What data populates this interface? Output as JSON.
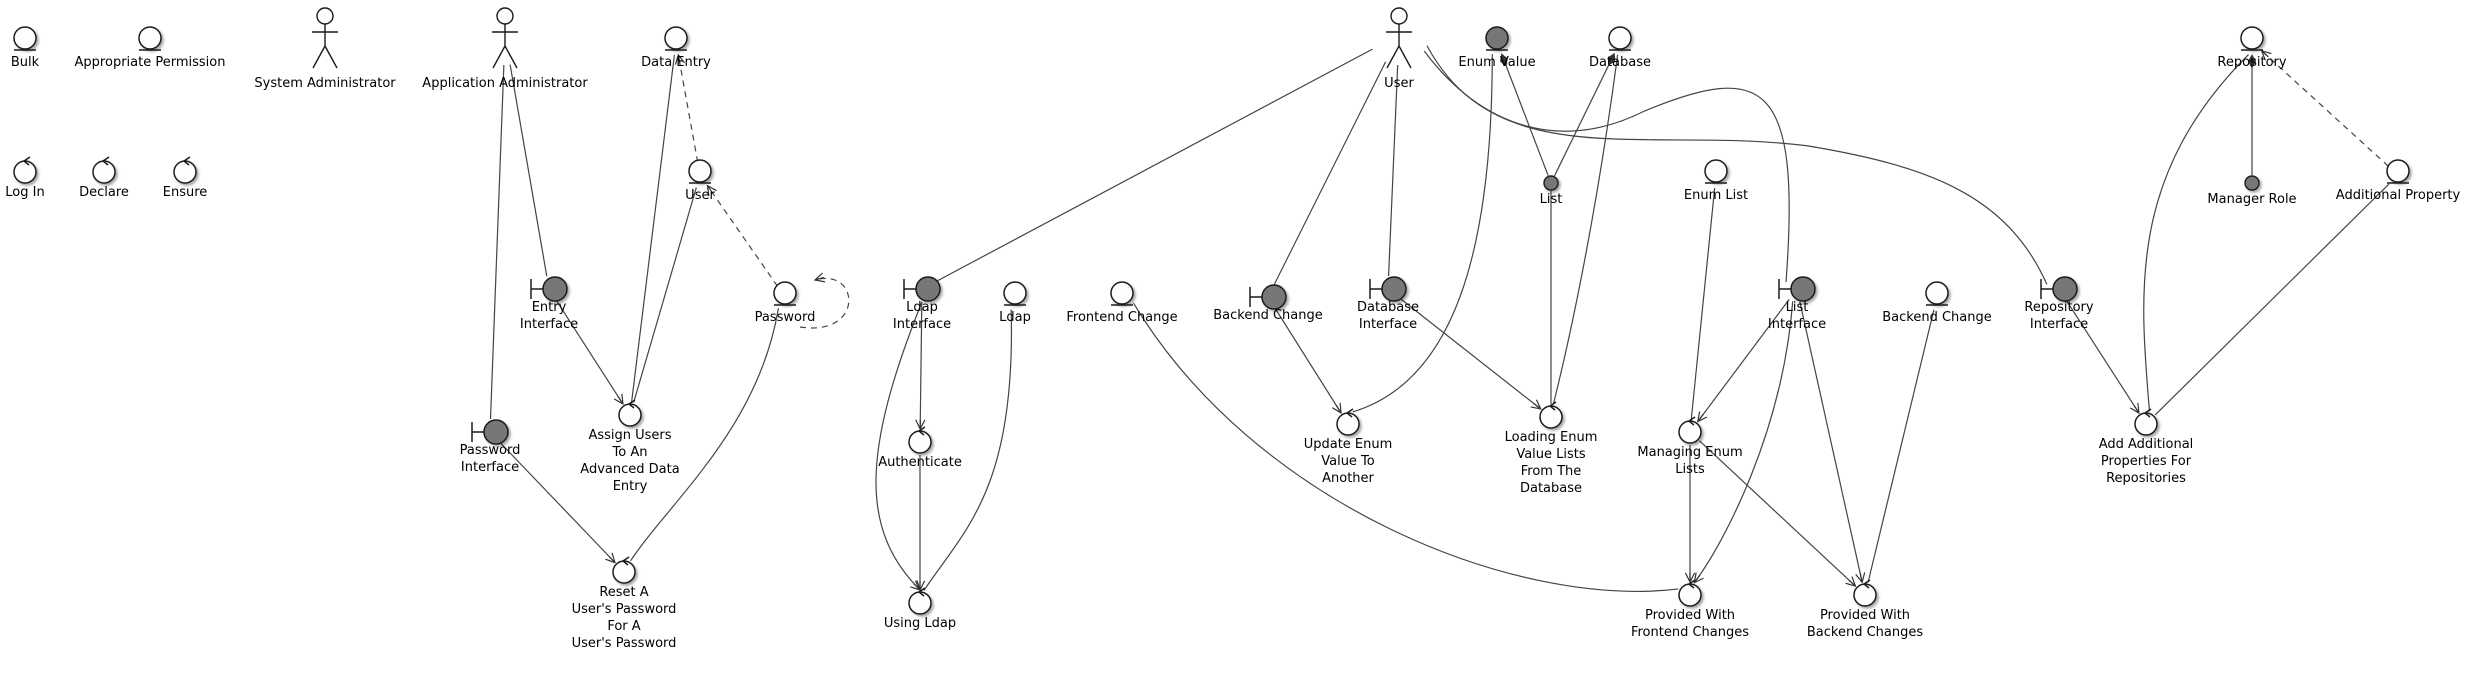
{
  "nodes": {
    "bulk": {
      "kind": "entity",
      "label": "Bulk"
    },
    "appropriate_permission": {
      "kind": "entity",
      "label": "Appropriate Permission"
    },
    "system_administrator": {
      "kind": "actor",
      "label": "System Administrator"
    },
    "application_administrator": {
      "kind": "actor",
      "label": "Application Administrator"
    },
    "data_entry": {
      "kind": "entity",
      "label": "Data Entry"
    },
    "user_actor": {
      "kind": "actor",
      "label": "User"
    },
    "enum_value": {
      "kind": "entity-filled",
      "label": "Enum Value"
    },
    "database": {
      "kind": "entity",
      "label": "Database"
    },
    "repository": {
      "kind": "entity",
      "label": "Repository"
    },
    "log_in": {
      "kind": "control",
      "label": "Log In"
    },
    "declare": {
      "kind": "control",
      "label": "Declare"
    },
    "ensure": {
      "kind": "control",
      "label": "Ensure"
    },
    "user_entity": {
      "kind": "entity",
      "label": "User"
    },
    "list": {
      "kind": "point",
      "label": "List"
    },
    "manager_role": {
      "kind": "point",
      "label": "Manager Role"
    },
    "enum_list": {
      "kind": "entity",
      "label": "Enum List"
    },
    "additional_property": {
      "kind": "entity",
      "label": "Additional Property"
    },
    "entry_interface": {
      "kind": "boundary",
      "label": "Entry\nInterface"
    },
    "password": {
      "kind": "entity",
      "label": "Password"
    },
    "ldap_interface": {
      "kind": "boundary",
      "label": "Ldap\nInterface"
    },
    "ldap": {
      "kind": "entity",
      "label": "Ldap"
    },
    "frontend_change": {
      "kind": "entity",
      "label": "Frontend Change"
    },
    "backend_change_b": {
      "kind": "boundary",
      "label": "Backend Change"
    },
    "database_interface": {
      "kind": "boundary",
      "label": "Database\nInterface"
    },
    "list_interface": {
      "kind": "boundary",
      "label": "List\nInterface"
    },
    "backend_change_e": {
      "kind": "entity",
      "label": "Backend Change"
    },
    "repository_interface": {
      "kind": "boundary",
      "label": "Repository\nInterface"
    },
    "password_interface": {
      "kind": "boundary",
      "label": "Password\nInterface"
    },
    "assign_users": {
      "kind": "control",
      "label": "Assign Users\nTo An\nAdvanced Data\nEntry"
    },
    "authenticate": {
      "kind": "control",
      "label": "Authenticate"
    },
    "update_enum": {
      "kind": "control",
      "label": "Update Enum\nValue To\nAnother"
    },
    "loading_enum": {
      "kind": "control",
      "label": "Loading Enum\nValue Lists\nFrom The\nDatabase"
    },
    "managing_enum": {
      "kind": "control",
      "label": "Managing Enum\nLists"
    },
    "add_additional": {
      "kind": "control",
      "label": "Add Additional\nProperties For\nRepositories"
    },
    "reset_password": {
      "kind": "control",
      "label": "Reset A\nUser's Password\nFor A\nUser's Password"
    },
    "using_ldap": {
      "kind": "control",
      "label": "Using Ldap"
    },
    "provided_frontend": {
      "kind": "control",
      "label": "Provided With\nFrontend Changes"
    },
    "provided_backend": {
      "kind": "control",
      "label": "Provided With\nBackend Changes"
    }
  },
  "edges": [
    {
      "from": "application_administrator",
      "to": "entry_interface",
      "style": "solid"
    },
    {
      "from": "application_administrator",
      "to": "password_interface",
      "style": "solid"
    },
    {
      "from": "user_entity",
      "to": "data_entry",
      "style": "dashed",
      "arrow": "end"
    },
    {
      "from": "password",
      "to": "user_entity",
      "style": "dashed",
      "arrow": "end"
    },
    {
      "from": "password",
      "to": "password",
      "style": "dashed",
      "arrow": "end"
    },
    {
      "from": "data_entry",
      "to": "assign_users",
      "style": "solid"
    },
    {
      "from": "user_entity",
      "to": "assign_users",
      "style": "solid"
    },
    {
      "from": "entry_interface",
      "to": "assign_users",
      "style": "solid",
      "arrow": "end"
    },
    {
      "from": "password_interface",
      "to": "reset_password",
      "style": "solid",
      "arrow": "end"
    },
    {
      "from": "password",
      "to": "reset_password",
      "style": "solid"
    },
    {
      "from": "user_actor",
      "to": "ldap_interface",
      "style": "solid"
    },
    {
      "from": "ldap_interface",
      "to": "authenticate",
      "style": "solid",
      "arrow": "end"
    },
    {
      "from": "ldap_interface",
      "to": "using_ldap",
      "style": "solid",
      "arrow": "end"
    },
    {
      "from": "authenticate",
      "to": "using_ldap",
      "style": "solid",
      "arrow": "end"
    },
    {
      "from": "ldap",
      "to": "using_ldap",
      "style": "solid"
    },
    {
      "from": "user_actor",
      "to": "backend_change_b",
      "style": "solid"
    },
    {
      "from": "user_actor",
      "to": "database_interface",
      "style": "solid"
    },
    {
      "from": "user_actor",
      "to": "list_interface",
      "style": "solid"
    },
    {
      "from": "user_actor",
      "to": "repository_interface",
      "style": "solid"
    },
    {
      "from": "backend_change_b",
      "to": "update_enum",
      "style": "solid",
      "arrow": "end"
    },
    {
      "from": "enum_value",
      "to": "update_enum",
      "style": "solid"
    },
    {
      "from": "database_interface",
      "to": "loading_enum",
      "style": "solid",
      "arrow": "end"
    },
    {
      "from": "list",
      "to": "enum_value",
      "style": "solid",
      "arrow": "diamond"
    },
    {
      "from": "list",
      "to": "database",
      "style": "solid",
      "arrow": "diamond"
    },
    {
      "from": "list",
      "to": "loading_enum",
      "style": "solid"
    },
    {
      "from": "database",
      "to": "loading_enum",
      "style": "solid"
    },
    {
      "from": "frontend_change",
      "to": "provided_frontend",
      "style": "solid"
    },
    {
      "from": "enum_list",
      "to": "managing_enum",
      "style": "solid"
    },
    {
      "from": "list_interface",
      "to": "managing_enum",
      "style": "solid",
      "arrow": "end"
    },
    {
      "from": "list_interface",
      "to": "provided_frontend",
      "style": "solid",
      "arrow": "end"
    },
    {
      "from": "list_interface",
      "to": "provided_backend",
      "style": "solid",
      "arrow": "end"
    },
    {
      "from": "managing_enum",
      "to": "provided_frontend",
      "style": "solid",
      "arrow": "end"
    },
    {
      "from": "managing_enum",
      "to": "provided_backend",
      "style": "solid",
      "arrow": "end"
    },
    {
      "from": "backend_change_e",
      "to": "provided_backend",
      "style": "solid"
    },
    {
      "from": "repository_interface",
      "to": "add_additional",
      "style": "solid",
      "arrow": "end"
    },
    {
      "from": "repository",
      "to": "add_additional",
      "style": "solid"
    },
    {
      "from": "manager_role",
      "to": "repository",
      "style": "solid",
      "arrow": "diamond"
    },
    {
      "from": "additional_property",
      "to": "repository",
      "style": "dashed",
      "arrow": "end"
    },
    {
      "from": "additional_property",
      "to": "add_additional",
      "style": "solid"
    }
  ]
}
